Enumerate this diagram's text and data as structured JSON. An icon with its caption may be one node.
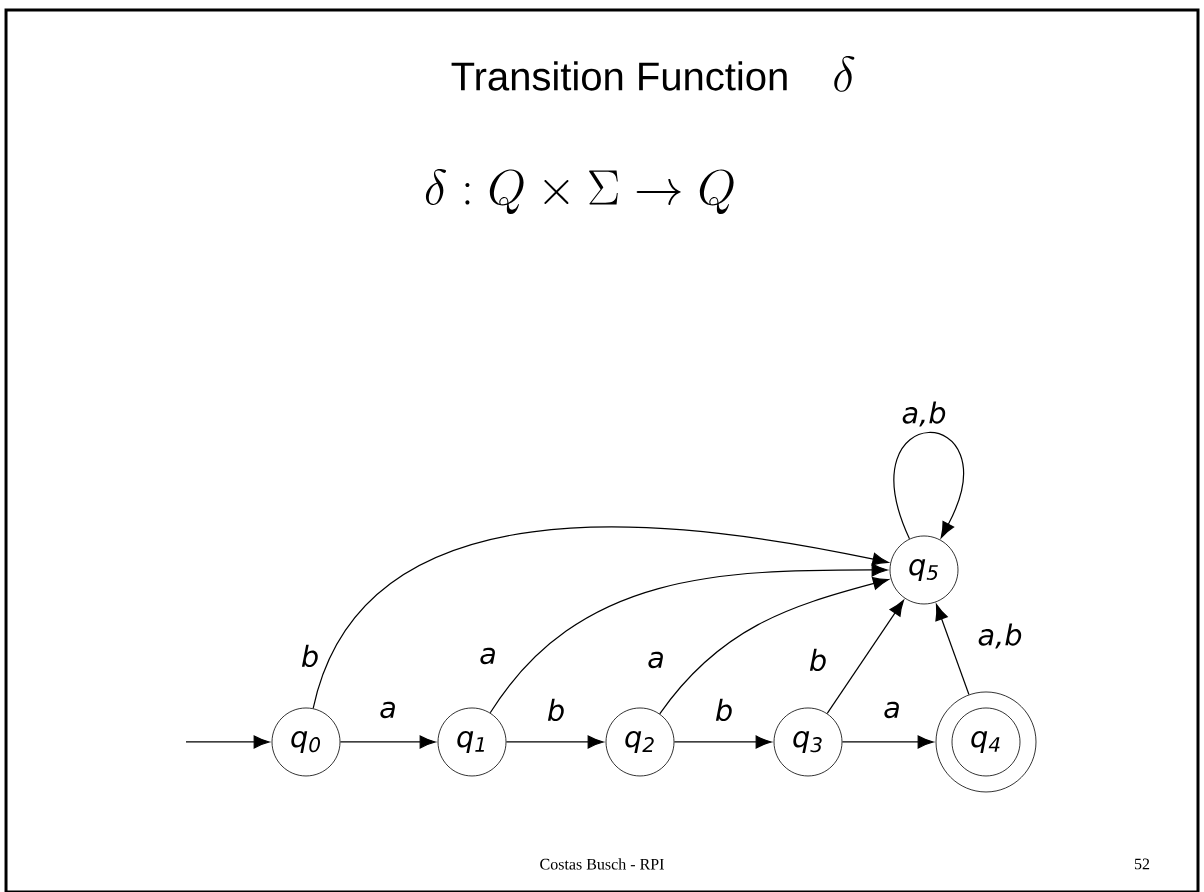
{
  "diagram": {
    "title": "Transition Function",
    "nodes": [
      {
        "text": [
          "q$_{0}$"
        ]
      },
      {
        "text": [
          "q$_{1}$"
        ]
      },
      {
        "text": [
          "q$_{2}$"
        ]
      },
      {
        "text": [
          "q$_{3}$"
        ]
      },
      {
        "text": [
          "q$_{4}$"
        ]
      },
      {
        "text": [
          "q$_{5}$"
        ]
      }
    ],
    "edges": [
      {
        "from": null,
        "to": 0,
        "arrow": "to"
      },
      {
        "from": 0,
        "to": 1,
        "arrow": "to",
        "label": "a"
      },
      {
        "from": 1,
        "to": 2,
        "arrow": "to",
        "label": "b"
      },
      {
        "from": 2,
        "to": 3,
        "arrow": "to",
        "label": "b"
      },
      {
        "from": 3,
        "to": 4,
        "arrow": "to",
        "label": "a"
      },
      {
        "from": 0,
        "to": 5,
        "arrow": "to",
        "label": "b"
      },
      {
        "from": 1,
        "to": 5,
        "arrow": "to",
        "label": "a"
      },
      {
        "from": 2,
        "to": 5,
        "arrow": "to",
        "label": "a"
      },
      {
        "from": 3,
        "to": 5,
        "arrow": "to",
        "label": "b"
      },
      {
        "from": 4,
        "to": 5,
        "arrow": "to",
        "label": "a,b"
      },
      {
        "from": 5,
        "to": 5,
        "arrow": "to",
        "label": "a,b"
      }
    ],
    "labels": [
      "\\delta",
      "\\delta : Q \\times \\Sigma \\to Q",
      "Costas Busch - RPI",
      "52"
    ]
  }
}
